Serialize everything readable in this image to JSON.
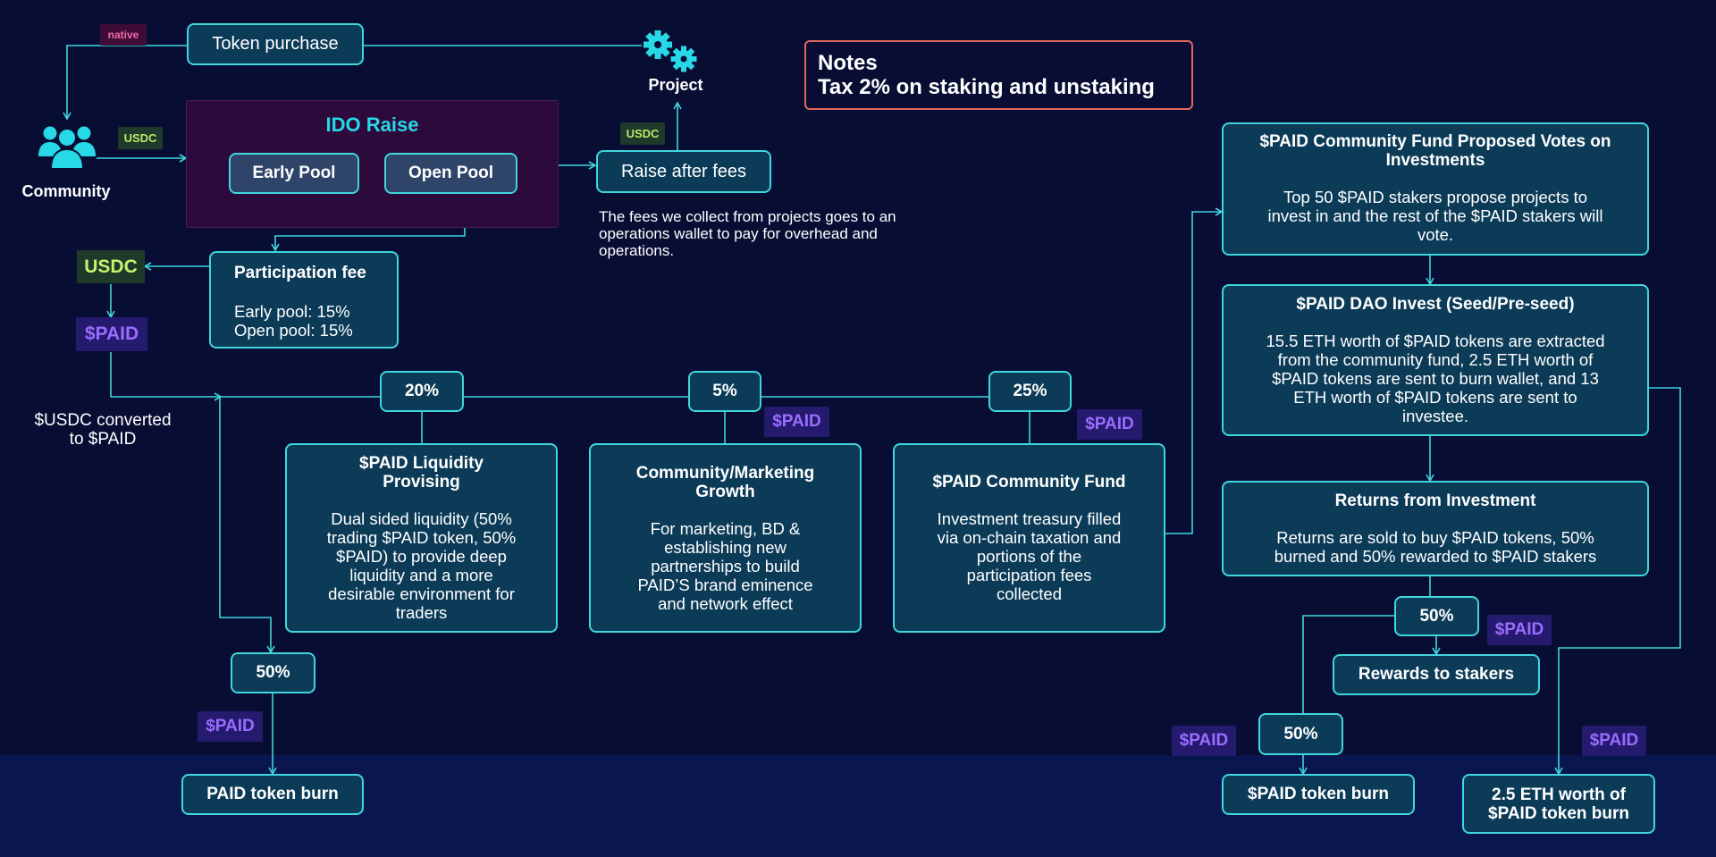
{
  "colors": {
    "background": "#070d33",
    "footer_band": "#0a1650",
    "box_fill": "#0c3b58",
    "box_border": "#3fd6dd",
    "paid_tag_text": "#9b6cff",
    "paid_tag_fill": "#241b6e",
    "usdc_text": "#c6f36b",
    "ido_title": "#27d8e6",
    "ido_fill": "#2c0a3b",
    "notes_border": "#e0675a"
  },
  "icons": {
    "community": "people-group-icon",
    "project": "gears-icon"
  },
  "top": {
    "native_tag": "native",
    "token_purchase": "Token purchase",
    "project_label": "Project",
    "community_label": "Community",
    "usdc_tag_left": "USDC",
    "usdc_tag_right": "USDC"
  },
  "notes": {
    "title": "Notes",
    "text": "Tax 2% on staking and  unstaking"
  },
  "ido": {
    "title": "IDO Raise",
    "early_pool": "Early Pool",
    "open_pool": "Open Pool"
  },
  "raise_after_fees": "Raise after fees",
  "fees_note": [
    "The fees we collect from projects goes to an",
    "operations wallet to pay for overhead and",
    "operations."
  ],
  "participation_fee": {
    "title": "Participation fee",
    "early": "Early pool:  15%",
    "open": "Open pool:  15%"
  },
  "usdc_big": "USDC",
  "paid_big": "$PAID",
  "converted_note": [
    "$USDC converted",
    "to $PAID"
  ],
  "split": {
    "p20": "20%",
    "p5": "5%",
    "p25": "25%",
    "p50_left": "50%"
  },
  "paid_tag": "$PAID",
  "liquidity": {
    "title": [
      "$PAID Liquidity",
      "Provising"
    ],
    "body": [
      "Dual sided liquidity (50%",
      "trading $PAID token, 50%",
      "$PAID) to provide deep",
      "liquidity and a more",
      "desirable environment for",
      "traders"
    ]
  },
  "marketing": {
    "title": [
      "Community/Marketing",
      "Growth"
    ],
    "body": [
      "For marketing, BD &",
      "establishing new",
      "partnerships to build",
      "PAID’S brand eminence",
      "and network effect"
    ]
  },
  "community_fund": {
    "title": "$PAID Community Fund",
    "body": [
      "Investment treasury filled",
      "via on-chain taxation and",
      "portions of the",
      "participation fees",
      "collected"
    ]
  },
  "paid_token_burn_left": "PAID token burn",
  "votes": {
    "title": [
      "$PAID Community Fund Proposed Votes on",
      "Investments"
    ],
    "body": [
      "Top 50 $PAID stakers propose projects to",
      "invest in and the rest of the $PAID stakers will",
      "vote."
    ]
  },
  "dao_invest": {
    "title": "$PAID DAO Invest (Seed/Pre-seed)",
    "body": [
      "15.5 ETH worth of $PAID tokens are extracted",
      "from the community fund, 2.5 ETH worth of",
      "$PAID tokens are sent to burn wallet, and 13",
      "ETH worth of $PAID tokens are sent to",
      "investee."
    ]
  },
  "returns": {
    "title": "Returns from Investment",
    "body": [
      "Returns are sold to buy $PAID tokens, 50%",
      "burned and 50% rewarded to $PAID stakers"
    ]
  },
  "right_split": {
    "p50_a": "50%",
    "p50_b": "50%"
  },
  "rewards_to_stakers": "Rewards to stakers",
  "paid_token_burn_right": "$PAID token burn",
  "eth_burn": [
    "2.5 ETH worth of",
    "$PAID token burn"
  ]
}
